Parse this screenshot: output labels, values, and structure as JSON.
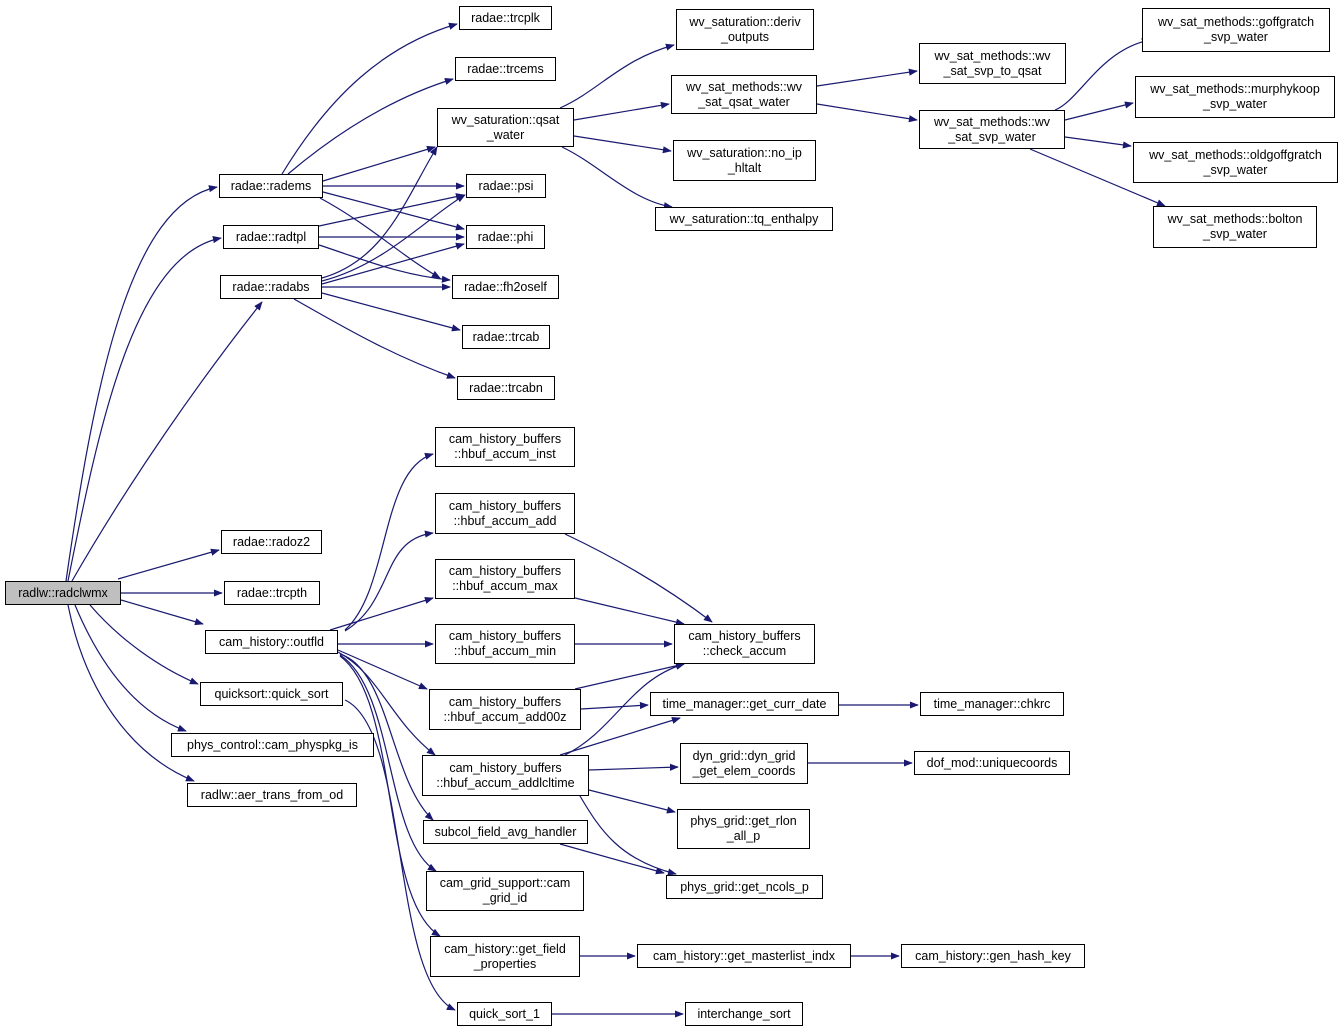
{
  "colors": {
    "edge": "#191970",
    "root_fill": "#bfbfbf",
    "node_fill": "#ffffff",
    "border": "#000000"
  },
  "nodes": {
    "radclwmx": "radlw::radclwmx",
    "radems": "radae::radems",
    "radtpl": "radae::radtpl",
    "radabs": "radae::radabs",
    "radoz2": "radae::radoz2",
    "trcpth": "radae::trcpth",
    "outfld": "cam_history::outfld",
    "quick_sort": "quicksort::quick_sort",
    "cam_physpkg_is": "phys_control::cam_physpkg_is",
    "aer_trans_from_od": "radlw::aer_trans_from_od",
    "trcplk": "radae::trcplk",
    "trcems": "radae::trcems",
    "qsat_water": "wv_saturation::qsat\n_water",
    "psi": "radae::psi",
    "phi": "radae::phi",
    "fh2oself": "radae::fh2oself",
    "trcab": "radae::trcab",
    "trcabn": "radae::trcabn",
    "deriv_outputs": "wv_saturation::deriv\n_outputs",
    "wv_sat_qsat_water": "wv_sat_methods::wv\n_sat_qsat_water",
    "no_ip_hltalt": "wv_saturation::no_ip\n_hltalt",
    "tq_enthalpy": "wv_saturation::tq_enthalpy",
    "svp_to_qsat": "wv_sat_methods::wv\n_sat_svp_to_qsat",
    "svp_water": "wv_sat_methods::wv\n_sat_svp_water",
    "goffgratch": "wv_sat_methods::goffgratch\n_svp_water",
    "murphykoop": "wv_sat_methods::murphykoop\n_svp_water",
    "oldgoffgratch": "wv_sat_methods::oldgoffgratch\n_svp_water",
    "bolton": "wv_sat_methods::bolton\n_svp_water",
    "hbuf_inst": "cam_history_buffers\n::hbuf_accum_inst",
    "hbuf_add": "cam_history_buffers\n::hbuf_accum_add",
    "hbuf_max": "cam_history_buffers\n::hbuf_accum_max",
    "hbuf_min": "cam_history_buffers\n::hbuf_accum_min",
    "hbuf_add00z": "cam_history_buffers\n::hbuf_accum_add00z",
    "hbuf_addlcltime": "cam_history_buffers\n::hbuf_accum_addlcltime",
    "subcol": "subcol_field_avg_handler",
    "cam_grid_id": "cam_grid_support::cam\n_grid_id",
    "get_field_properties": "cam_history::get_field\n_properties",
    "quick_sort_1": "quick_sort_1",
    "check_accum": "cam_history_buffers\n::check_accum",
    "get_curr_date": "time_manager::get_curr_date",
    "chkrc": "time_manager::chkrc",
    "dyn_grid_coords": "dyn_grid::dyn_grid\n_get_elem_coords",
    "uniquecoords": "dof_mod::uniquecoords",
    "get_rlon": "phys_grid::get_rlon\n_all_p",
    "get_ncols": "phys_grid::get_ncols_p",
    "get_masterlist_indx": "cam_history::get_masterlist_indx",
    "gen_hash_key": "cam_history::gen_hash_key",
    "interchange_sort": "interchange_sort"
  }
}
